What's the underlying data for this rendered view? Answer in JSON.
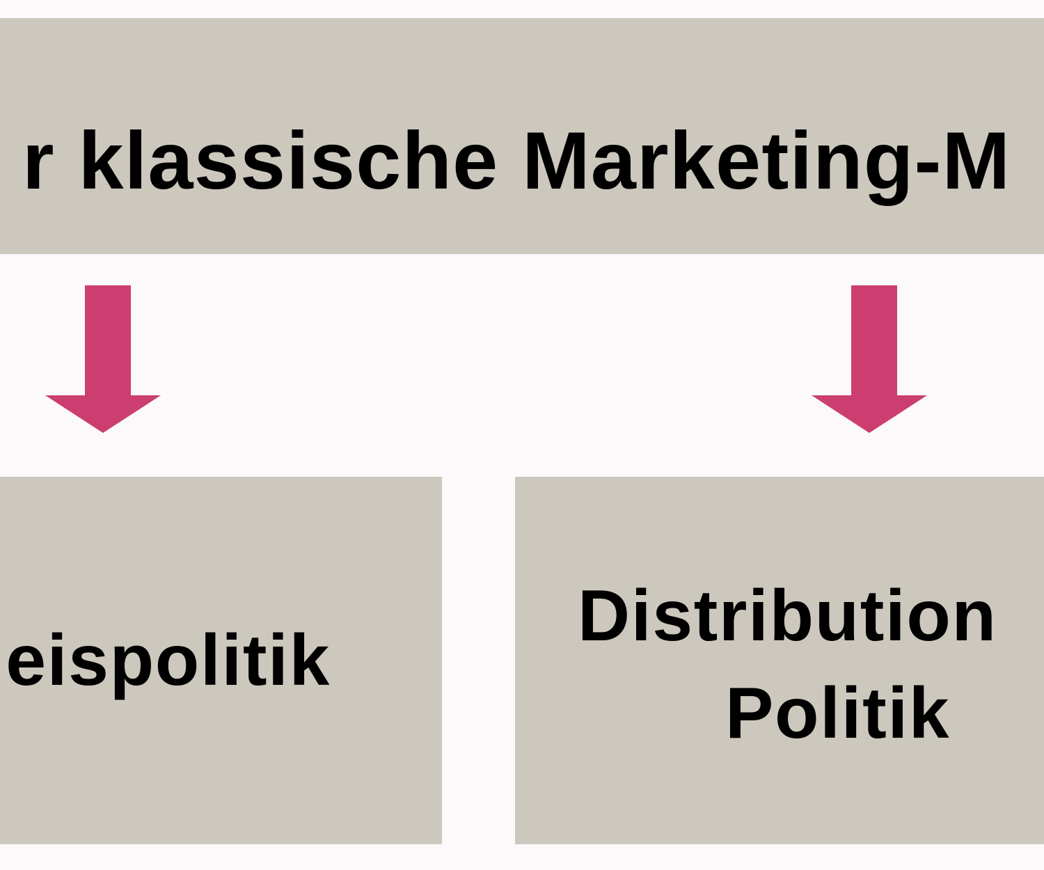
{
  "diagram": {
    "header": {
      "title": "r klassische Marketing-M"
    },
    "left_box": {
      "label": "eispolitik"
    },
    "right_box": {
      "line1": "Distribution",
      "line2": "Politik"
    },
    "colors": {
      "background": "#fbf9f9",
      "box_fill": "#cdc8bd",
      "arrow": "#cc3e70",
      "text": "#000000"
    }
  }
}
